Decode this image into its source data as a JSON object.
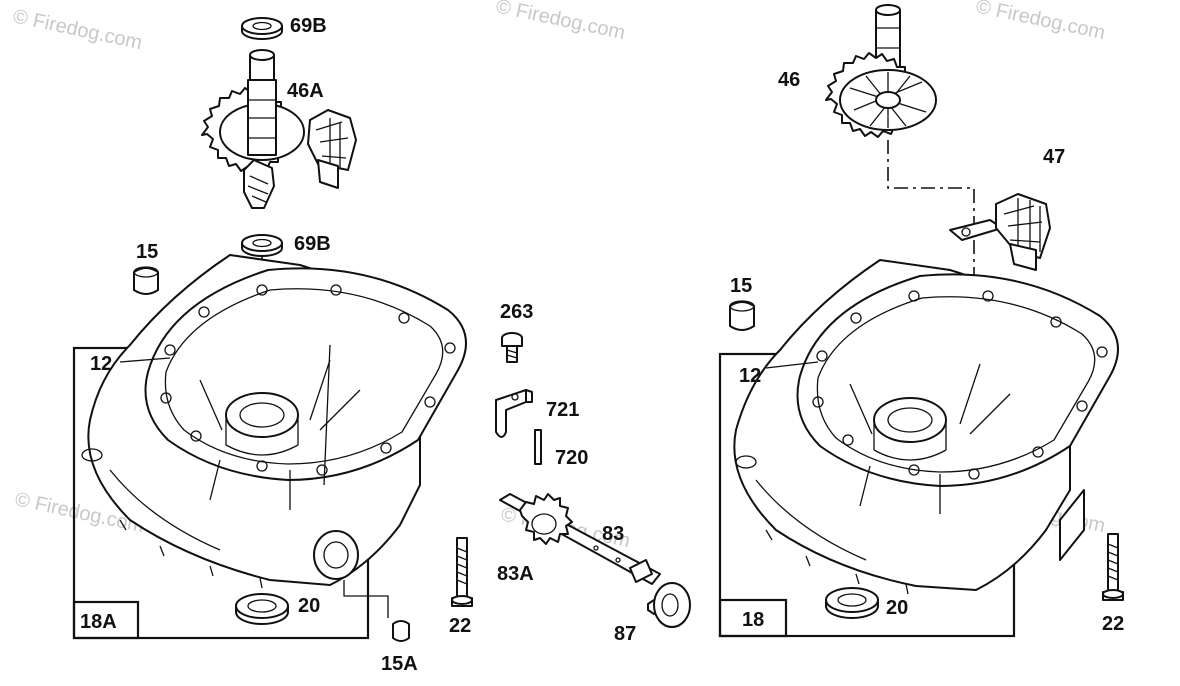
{
  "watermarks": [
    "© Firedog.com",
    "© Firedog.com",
    "© Firedog.com",
    "© Firedog.com",
    "© Firedog.com",
    "© Firedog.com"
  ],
  "callouts": {
    "p69b_top": "69B",
    "p46a": "46A",
    "p69b_bot": "69B",
    "p15_left": "15",
    "p12_left": "12",
    "p18a": "18A",
    "p20_left": "20",
    "p15a": "15A",
    "p22_mid": "22",
    "p263": "263",
    "p721": "721",
    "p720": "720",
    "p83": "83",
    "p83a": "83A",
    "p87": "87",
    "p46": "46",
    "p47": "47",
    "p15_right": "15",
    "p12_right": "12",
    "p18": "18",
    "p20_right": "20",
    "p22_right": "22"
  }
}
